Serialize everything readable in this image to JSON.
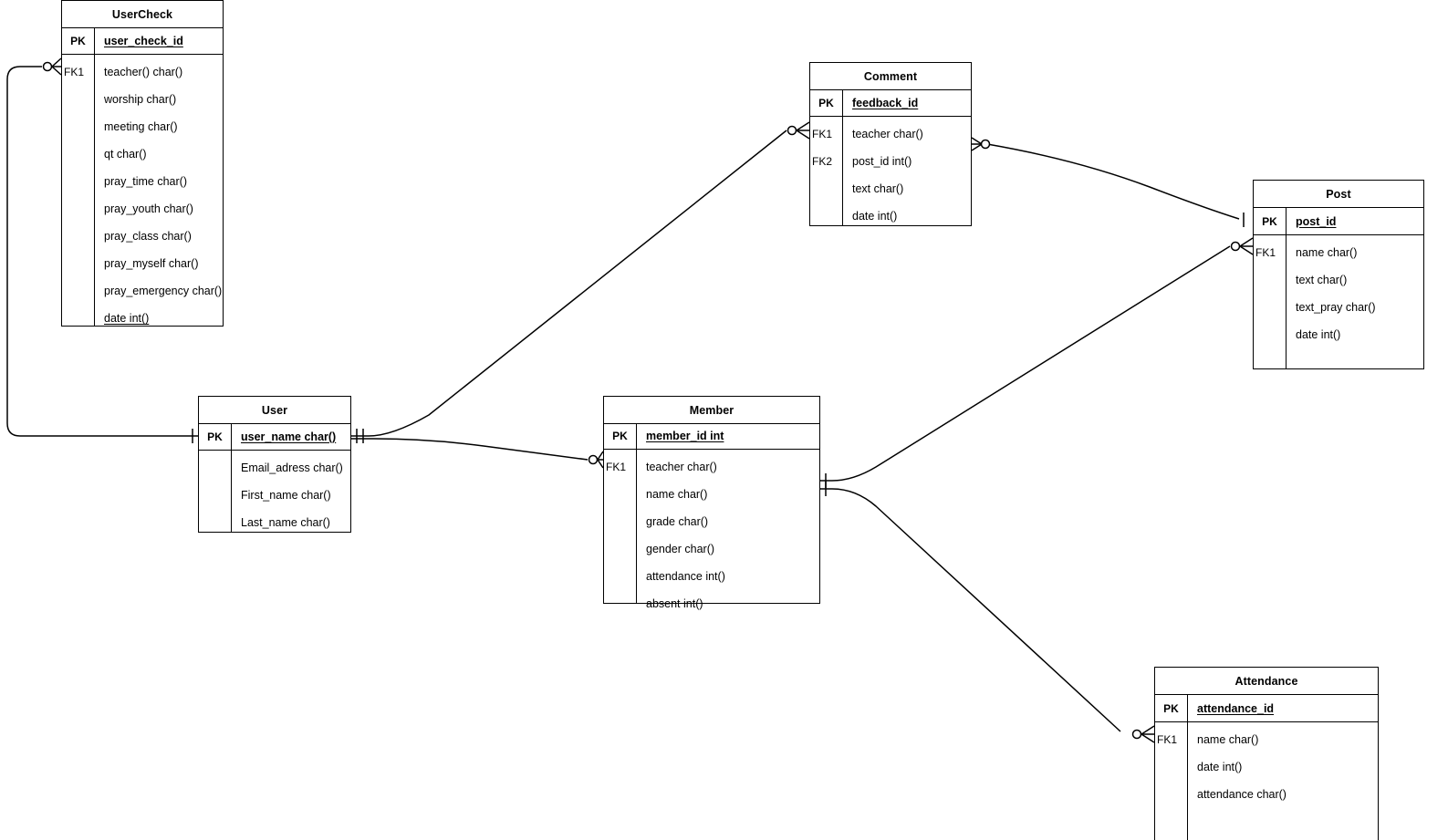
{
  "diagram": {
    "title": "Church Management ER Diagram",
    "type": "entity-relationship-diagram",
    "notation": "crow's foot (IE)",
    "background": "#ffffff",
    "line_color": "#000000"
  },
  "entities": [
    {
      "id": "usercheck",
      "name": "UserCheck",
      "pk_label": "PK",
      "pk_field": "user_check_id",
      "fk_labels": [
        "FK1"
      ],
      "attributes": [
        {
          "text": "teacher() char()",
          "underlined": false
        },
        {
          "text": "worship char()",
          "underlined": false
        },
        {
          "text": "meeting char()",
          "underlined": false
        },
        {
          "text": "qt char()",
          "underlined": false
        },
        {
          "text": "pray_time char()",
          "underlined": false
        },
        {
          "text": "pray_youth char()",
          "underlined": false
        },
        {
          "text": "pray_class char()",
          "underlined": false
        },
        {
          "text": "pray_myself char()",
          "underlined": false
        },
        {
          "text": "pray_emergency char()",
          "underlined": false
        },
        {
          "text": "date int()",
          "underlined": true
        }
      ]
    },
    {
      "id": "comment",
      "name": "Comment",
      "pk_label": "PK",
      "pk_field": "feedback_id",
      "fk_labels": [
        "FK1",
        "FK2"
      ],
      "attributes": [
        {
          "text": "teacher char()",
          "underlined": false
        },
        {
          "text": "post_id int()",
          "underlined": false
        },
        {
          "text": "text char()",
          "underlined": false
        },
        {
          "text": "date int()",
          "underlined": false
        }
      ]
    },
    {
      "id": "post",
      "name": "Post",
      "pk_label": "PK",
      "pk_field": "post_id",
      "fk_labels": [
        "FK1"
      ],
      "attributes": [
        {
          "text": "name char()",
          "underlined": false
        },
        {
          "text": "text char()",
          "underlined": false
        },
        {
          "text": "text_pray char()",
          "underlined": false
        },
        {
          "text": "date int()",
          "underlined": false
        }
      ]
    },
    {
      "id": "user",
      "name": "User",
      "pk_label": "PK",
      "pk_field": "user_name char()",
      "fk_labels": [],
      "attributes": [
        {
          "text": "Email_adress char()",
          "underlined": false
        },
        {
          "text": "First_name char()",
          "underlined": false
        },
        {
          "text": "Last_name char()",
          "underlined": false
        }
      ]
    },
    {
      "id": "member",
      "name": "Member",
      "pk_label": "PK",
      "pk_field": "member_id int",
      "fk_labels": [
        "FK1"
      ],
      "attributes": [
        {
          "text": "teacher char()",
          "underlined": false
        },
        {
          "text": "name char()",
          "underlined": false
        },
        {
          "text": "grade char()",
          "underlined": false
        },
        {
          "text": "gender char()",
          "underlined": false
        },
        {
          "text": "attendance int()",
          "underlined": false
        },
        {
          "text": "absent int()",
          "underlined": false
        }
      ]
    },
    {
      "id": "attendance",
      "name": "Attendance",
      "pk_label": "PK",
      "pk_field": "attendance_id",
      "fk_labels": [
        "FK1"
      ],
      "attributes": [
        {
          "text": "name char()",
          "underlined": false
        },
        {
          "text": "date int()",
          "underlined": false
        },
        {
          "text": "attendance char()",
          "underlined": false
        }
      ]
    }
  ],
  "relationships": [
    {
      "id": "rel-user-usercheck",
      "from": "User",
      "to": "UserCheck",
      "from_cardinality": "one",
      "to_cardinality": "zero-or-many"
    },
    {
      "id": "rel-user-comment",
      "from": "User",
      "to": "Comment",
      "from_cardinality": "one",
      "to_cardinality": "zero-or-many"
    },
    {
      "id": "rel-user-member",
      "from": "User",
      "to": "Member",
      "from_cardinality": "one",
      "to_cardinality": "zero-or-many"
    },
    {
      "id": "rel-post-comment",
      "from": "Post",
      "to": "Comment",
      "from_cardinality": "one",
      "to_cardinality": "zero-or-many"
    },
    {
      "id": "rel-member-post",
      "from": "Member",
      "to": "Post",
      "from_cardinality": "one",
      "to_cardinality": "zero-or-many"
    },
    {
      "id": "rel-member-attendance",
      "from": "Member",
      "to": "Attendance",
      "from_cardinality": "one",
      "to_cardinality": "zero-or-many"
    }
  ]
}
